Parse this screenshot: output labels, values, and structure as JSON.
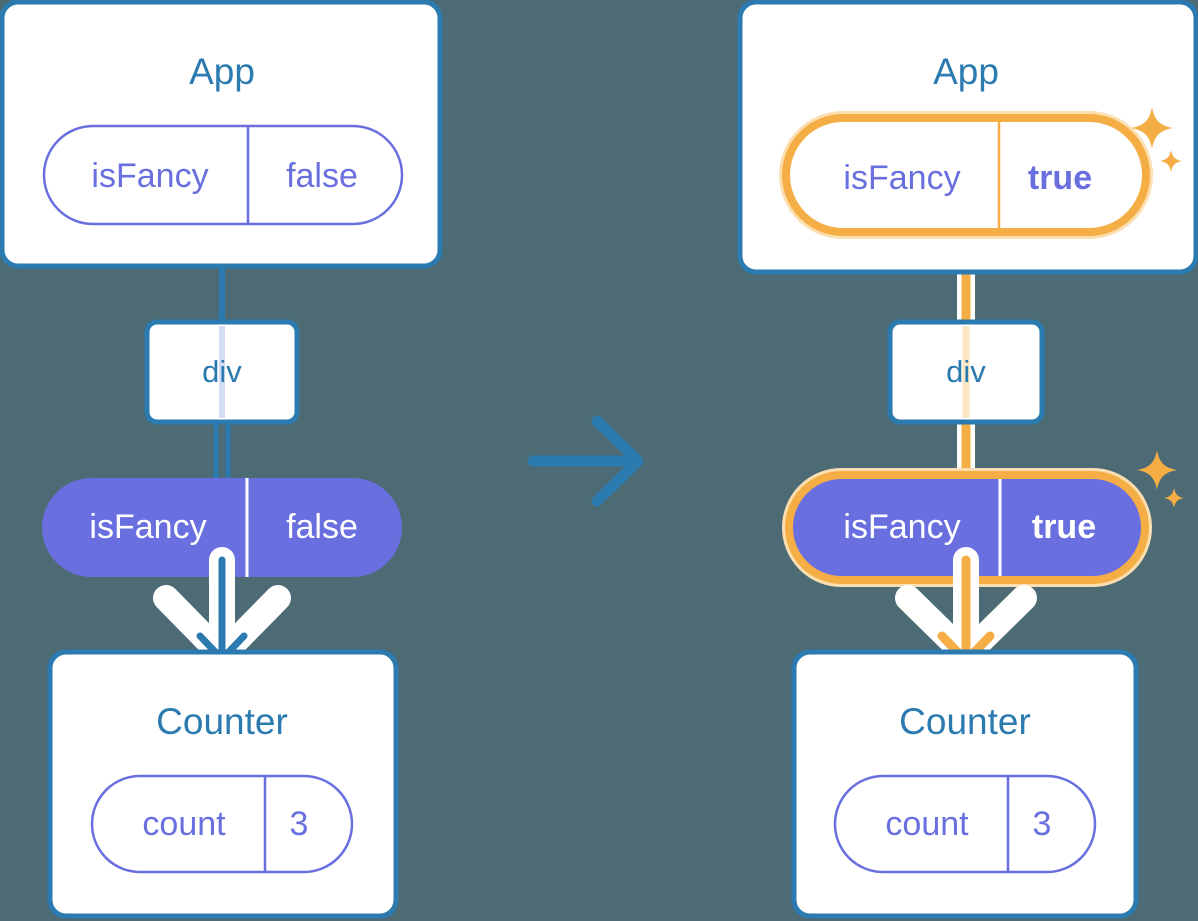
{
  "meta": {
    "background_color": "#4c6b75",
    "card_border_color": "#2b7ab0",
    "card_fill_color": "#ffffff",
    "pill_purple_fill": "#6a6fe0",
    "pill_outline_color": "#6a6fe0",
    "highlight_color": "#f5ae45",
    "highlight_halo_color": "#fbdfb0",
    "text_blue": "#2b7ab0",
    "text_white": "#ffffff"
  },
  "panels": [
    {
      "id": "before",
      "app_card": {
        "title": "App",
        "state_pill": {
          "key": "isFancy",
          "value": "false",
          "style": "outline",
          "highlighted": false,
          "bold_value": false
        }
      },
      "dom_node": {
        "label": "div"
      },
      "prop_pill": {
        "key": "isFancy",
        "value": "false",
        "style": "filled",
        "highlighted": false,
        "bold_value": false
      },
      "arrow": {
        "name": "down-arrow",
        "color": "#2b7ab0",
        "highlighted": false
      },
      "counter_card": {
        "title": "Counter",
        "state_pill": {
          "key": "count",
          "value": "3",
          "style": "outline",
          "highlighted": false,
          "bold_value": false
        }
      },
      "sparkles": []
    },
    {
      "id": "after",
      "app_card": {
        "title": "App",
        "state_pill": {
          "key": "isFancy",
          "value": "true",
          "style": "outline",
          "highlighted": true,
          "bold_value": true
        }
      },
      "dom_node": {
        "label": "div"
      },
      "prop_pill": {
        "key": "isFancy",
        "value": "true",
        "style": "filled",
        "highlighted": true,
        "bold_value": true
      },
      "arrow": {
        "name": "down-arrow",
        "color": "#f5ae45",
        "highlighted": true
      },
      "counter_card": {
        "title": "Counter",
        "state_pill": {
          "key": "count",
          "value": "3",
          "style": "outline",
          "highlighted": false,
          "bold_value": false
        }
      },
      "sparkles": [
        {
          "name": "sparkle-large",
          "size": "large"
        },
        {
          "name": "sparkle-small",
          "size": "small"
        }
      ]
    }
  ],
  "transition": {
    "name": "transition-arrow",
    "direction": "right",
    "color": "#2b7ab0"
  }
}
